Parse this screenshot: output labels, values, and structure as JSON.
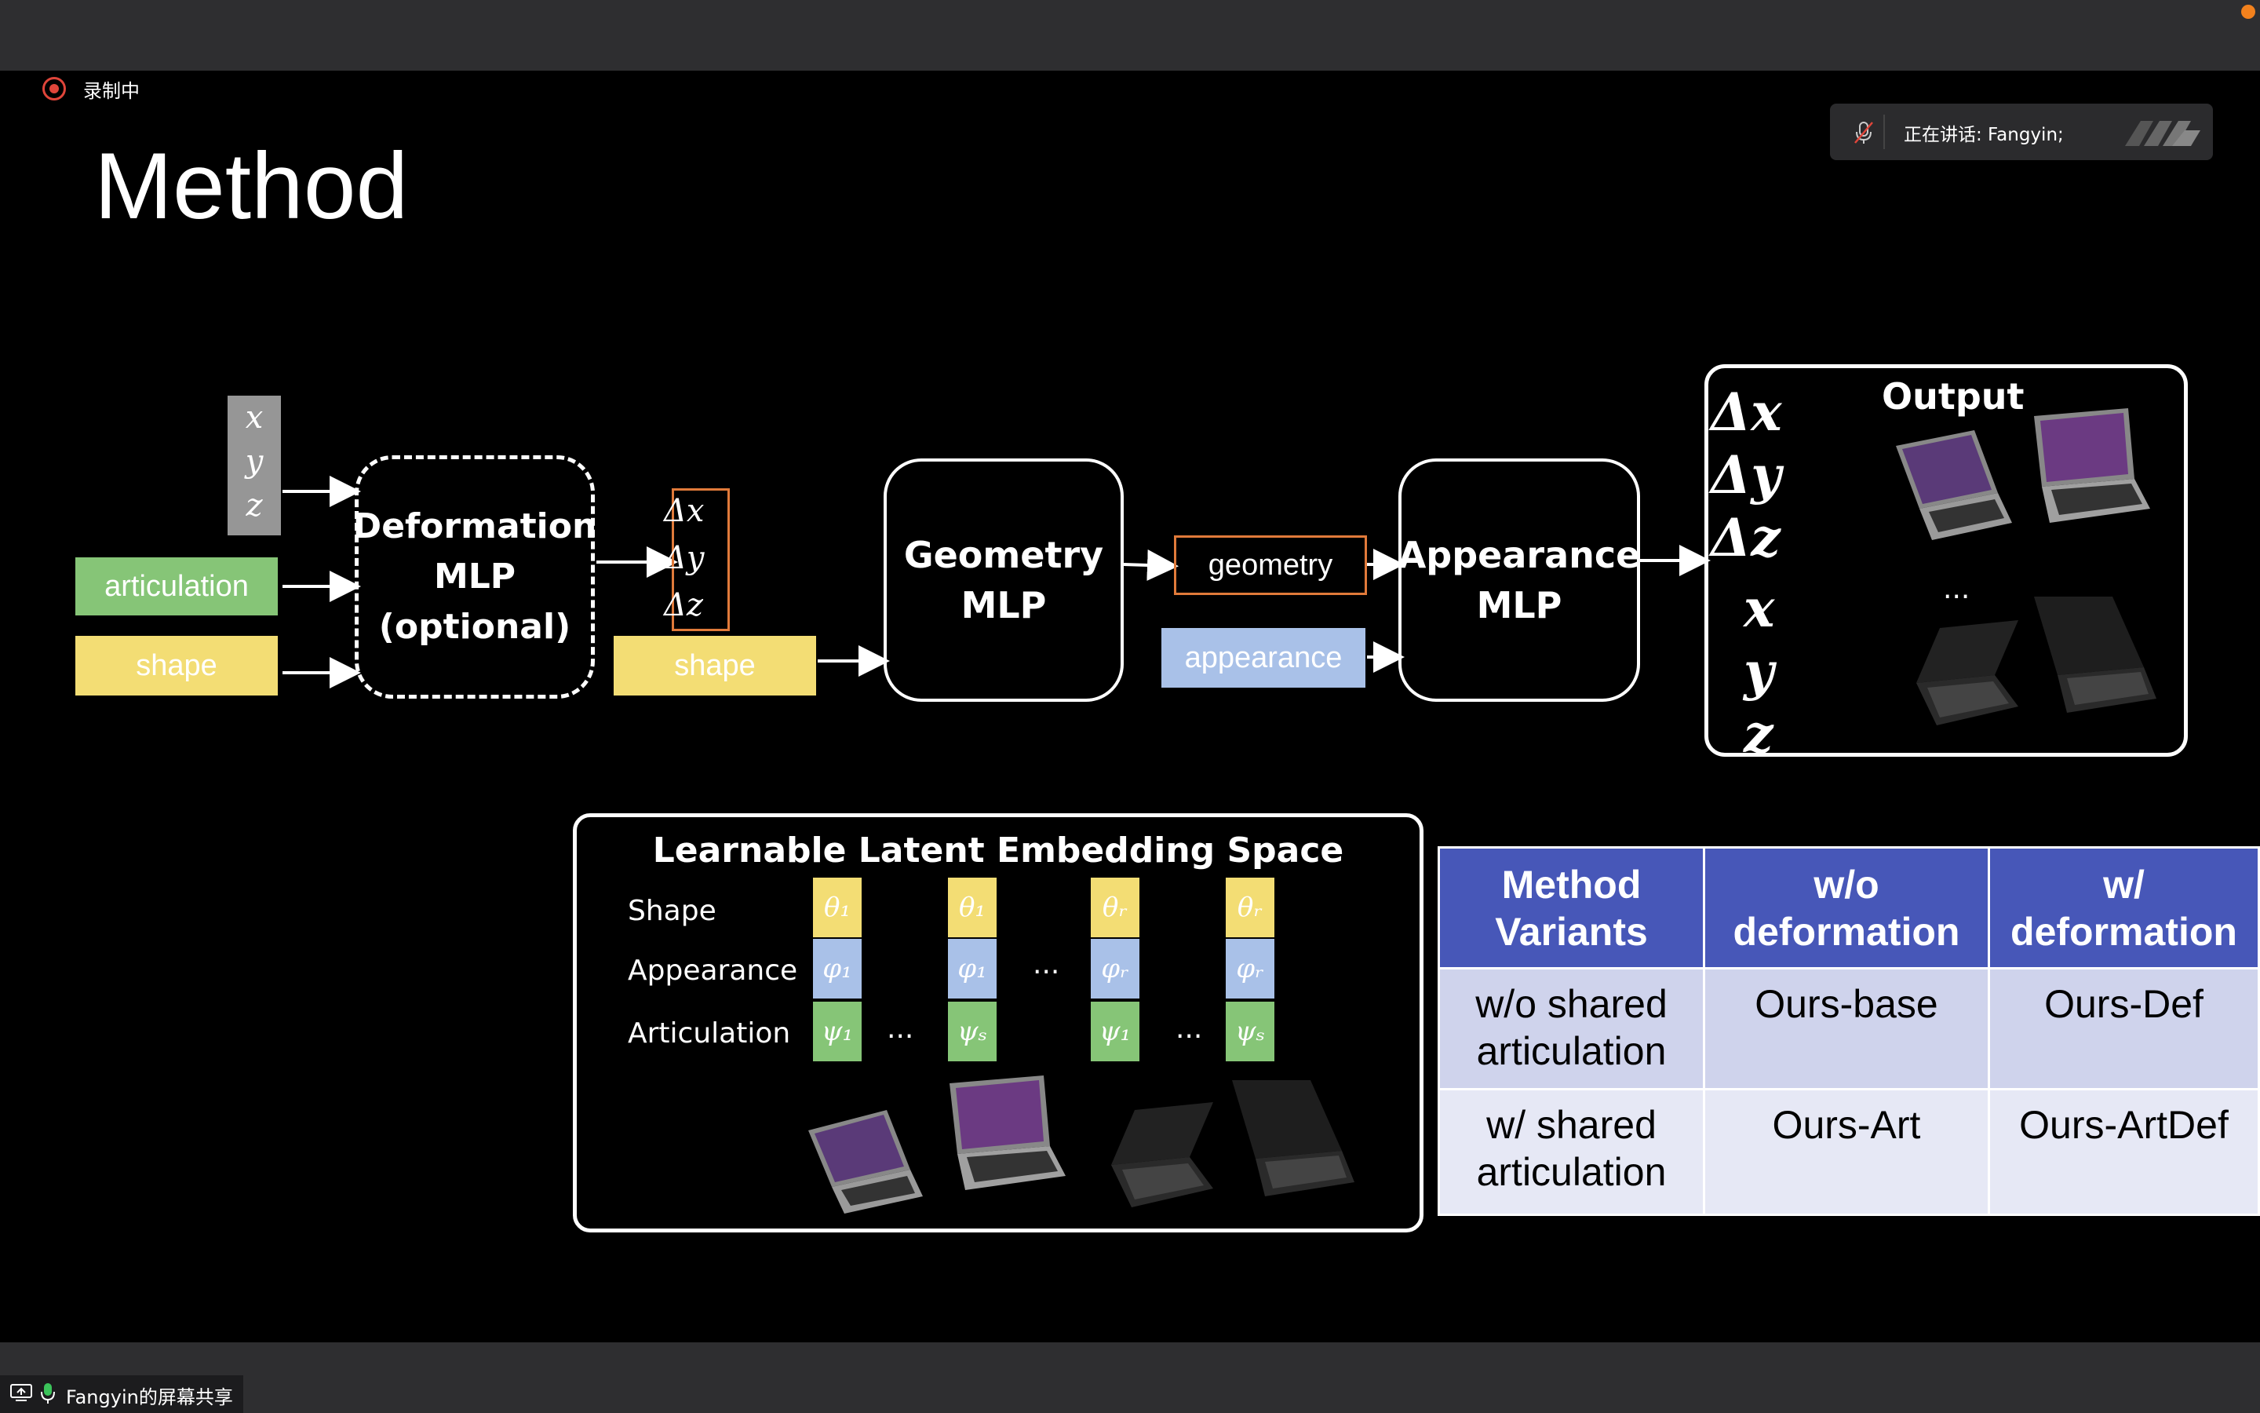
{
  "meeting": {
    "recording_label": "录制中",
    "speaker_label": "正在讲话: Fangyin;",
    "share_label": "Fangyin的屏幕共享"
  },
  "slide": {
    "title": "Method",
    "inputs": {
      "xyz": [
        "x",
        "y",
        "z"
      ],
      "articulation": "articulation",
      "shape": "shape"
    },
    "deformation_mlp": [
      "Deformation",
      "MLP",
      "(optional)"
    ],
    "deltas": [
      "Δx",
      "Δy",
      "Δz"
    ],
    "shape2": "shape",
    "geometry_mlp": [
      "Geometry",
      "MLP"
    ],
    "geometry": "geometry",
    "appearance": "appearance",
    "appearance_mlp": [
      "Appearance",
      "MLP"
    ],
    "output": {
      "title": "Output",
      "symbols": [
        "Δx",
        "Δy",
        "Δz",
        "x",
        "y",
        "z"
      ],
      "ellipsis": "..."
    },
    "embedding": {
      "title": "Learnable Latent Embedding Space",
      "rows": [
        "Shape",
        "Appearance",
        "Articulation"
      ],
      "shape_cells": [
        "θ₁",
        "θ₁",
        "θᵣ",
        "θᵣ"
      ],
      "appearance_cells": [
        "φ₁",
        "φ₁",
        "φᵣ",
        "φᵣ"
      ],
      "articulation_cells": [
        "ψ₁",
        "ψₛ",
        "ψ₁",
        "ψₛ"
      ],
      "ellipsis": "..."
    },
    "table": {
      "headers": [
        [
          "Method",
          "Variants"
        ],
        [
          "w/o",
          "deformation"
        ],
        [
          "w/",
          "deformation"
        ]
      ],
      "rows": [
        {
          "label": [
            "w/o shared",
            "articulation"
          ],
          "c1": "Ours-base",
          "c2": "Ours-Def"
        },
        {
          "label": [
            "w/ shared",
            "articulation"
          ],
          "c1": "Ours-Art",
          "c2": "Ours-ArtDef"
        }
      ]
    },
    "colors": {
      "green": "#86c577",
      "yellow": "#f3dd74",
      "blue": "#a9c1e8",
      "orange": "#e07a3a",
      "table_header": "#4757b8"
    }
  }
}
